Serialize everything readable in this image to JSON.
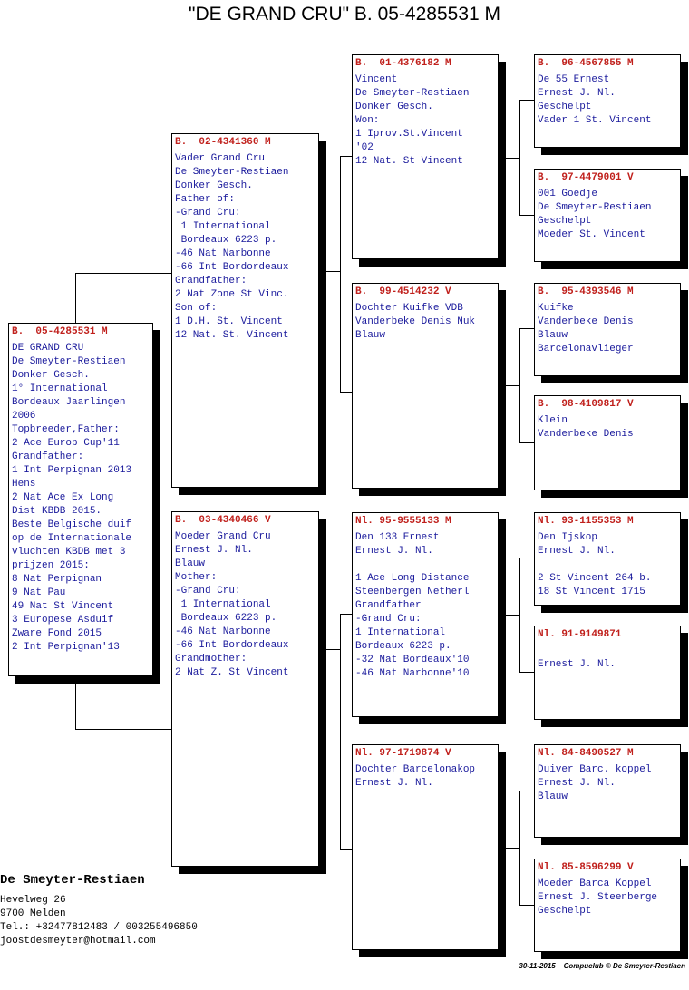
{
  "title": "\"DE GRAND CRU\"  B.  05-4285531 M",
  "pigeons": [
    {
      "id": "subject",
      "ring": "B.  05-4285531 M",
      "lines": [
        "DE GRAND CRU",
        "De Smeyter-Restiaen",
        "Donker Gesch.",
        "1° International",
        "Bordeaux Jaarlingen",
        "2006",
        "Topbreeder,Father:",
        "2 Ace Europ Cup'11",
        "Grandfather:",
        "1 Int Perpignan 2013",
        "Hens",
        "2 Nat Ace Ex Long",
        "Dist KBDB 2015.",
        "Beste Belgische duif",
        "op de Internationale",
        "vluchten KBDB met 3",
        "prijzen 2015:",
        "8 Nat Perpignan",
        "9 Nat Pau",
        "49 Nat St Vincent",
        "3 Europese Asduif",
        "Zware Fond 2015",
        "2 Int Perpignan'13"
      ]
    },
    {
      "id": "sire",
      "ring": "B.  02-4341360 M",
      "lines": [
        "Vader Grand Cru",
        "De Smeyter-Restiaen",
        "Donker Gesch.",
        "Father of:",
        "-Grand Cru:",
        " 1 International",
        " Bordeaux 6223 p.",
        "-46 Nat Narbonne",
        "-66 Int Bordordeaux",
        "Grandfather:",
        "2 Nat Zone St Vinc.",
        "Son of:",
        "1 D.H. St. Vincent",
        "12 Nat. St. Vincent"
      ]
    },
    {
      "id": "dam",
      "ring": "B.  03-4340466 V",
      "lines": [
        "Moeder Grand Cru",
        "Ernest J. Nl.",
        "Blauw",
        "Mother:",
        "-Grand Cru:",
        " 1 International",
        " Bordeaux 6223 p.",
        "-46 Nat Narbonne",
        "-66 Int Bordordeaux",
        "Grandmother:",
        "2 Nat Z. St Vincent"
      ]
    },
    {
      "id": "ss",
      "ring": "B.  01-4376182 M",
      "lines": [
        "Vincent",
        "De Smeyter-Restiaen",
        "Donker Gesch.",
        "Won:",
        "1 Iprov.St.Vincent",
        "'02",
        "12 Nat. St Vincent"
      ]
    },
    {
      "id": "sd",
      "ring": "B.  99-4514232 V",
      "lines": [
        "Dochter Kuifke VDB",
        "Vanderbeke Denis Nuk",
        "Blauw"
      ]
    },
    {
      "id": "ds",
      "ring": "Nl. 95-9555133 M",
      "lines": [
        "Den 133 Ernest",
        "Ernest J. Nl.",
        "",
        "1 Ace Long Distance",
        "Steenbergen Netherl",
        "Grandfather",
        "-Grand Cru:",
        "1 International",
        "Bordeaux 6223 p.",
        "-32 Nat Bordeaux'10",
        "-46 Nat Narbonne'10"
      ]
    },
    {
      "id": "dd",
      "ring": "Nl. 97-1719874 V",
      "lines": [
        "Dochter Barcelonakop",
        "Ernest J. Nl."
      ]
    },
    {
      "id": "sss",
      "ring": "B.  96-4567855 M",
      "lines": [
        "De 55 Ernest",
        "Ernest J. Nl.",
        "Geschelpt",
        "Vader 1 St. Vincent"
      ]
    },
    {
      "id": "ssd",
      "ring": "B.  97-4479001 V",
      "lines": [
        "001 Goedje",
        "De Smeyter-Restiaen",
        "Geschelpt",
        "Moeder St. Vincent"
      ]
    },
    {
      "id": "sds",
      "ring": "B.  95-4393546 M",
      "lines": [
        "Kuifke",
        "Vanderbeke Denis",
        "Blauw",
        "Barcelonavlieger"
      ]
    },
    {
      "id": "sdd",
      "ring": "B.  98-4109817 V",
      "lines": [
        "Klein",
        "Vanderbeke Denis"
      ]
    },
    {
      "id": "dss",
      "ring": "Nl. 93-1155353 M",
      "lines": [
        "Den Ijskop",
        "Ernest J. Nl.",
        "",
        "2 St Vincent 264 b.",
        "18 St Vincent 1715"
      ]
    },
    {
      "id": "dsd",
      "ring": "Nl. 91-9149871",
      "lines": [
        "",
        "Ernest J. Nl."
      ]
    },
    {
      "id": "dds",
      "ring": "Nl. 84-8490527 M",
      "lines": [
        "Duiver Barc. koppel",
        "Ernest J. Nl.",
        "Blauw"
      ]
    },
    {
      "id": "ddd",
      "ring": "Nl. 85-8596299 V",
      "lines": [
        "Moeder Barca Koppel",
        "Ernest J. Steenberge",
        "Geschelpt"
      ]
    }
  ],
  "owner": {
    "name": "De Smeyter-Restiaen",
    "address": "Hevelweg 26",
    "city": "9700  Melden",
    "phone": "Tel.: +32477812483 / 003255496850",
    "email": "joostdesmeyter@hotmail.com"
  },
  "footer": "30-11-2015    Compuclub © De Smeyter-Restiaen"
}
